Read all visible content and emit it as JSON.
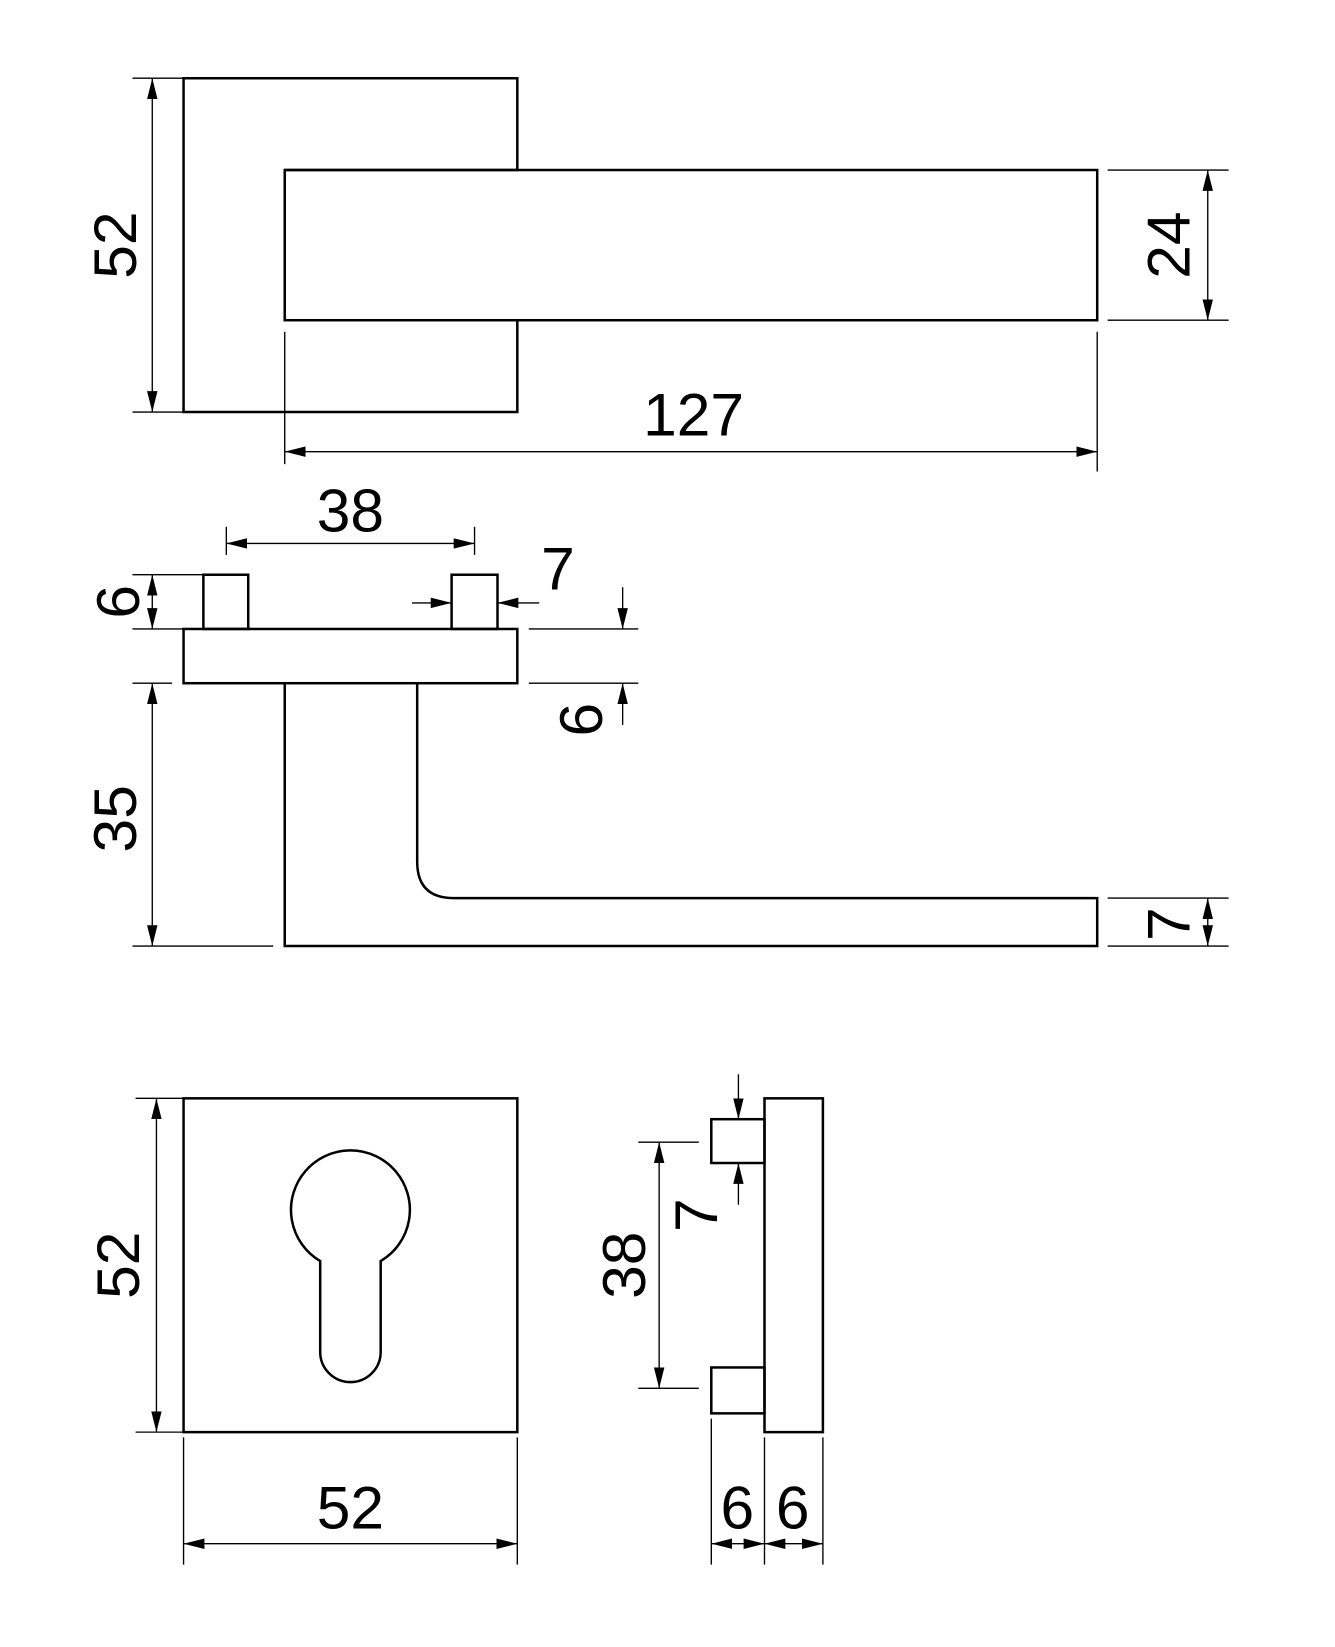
{
  "top_view": {
    "rose_height": "52",
    "lever_height": "24",
    "lever_length": "127"
  },
  "side_view": {
    "pin_spacing": "38",
    "pin_width": "7",
    "pin_height": "6",
    "rose_thickness": "6",
    "projection": "35",
    "lever_thickness": "7"
  },
  "escutcheon_front": {
    "height": "52",
    "width": "52"
  },
  "escutcheon_side": {
    "pin_spacing": "38",
    "pin_width": "7",
    "pin_depth": "6",
    "plate_thickness": "6"
  },
  "colors": {
    "line": "#000000",
    "background": "#ffffff"
  }
}
